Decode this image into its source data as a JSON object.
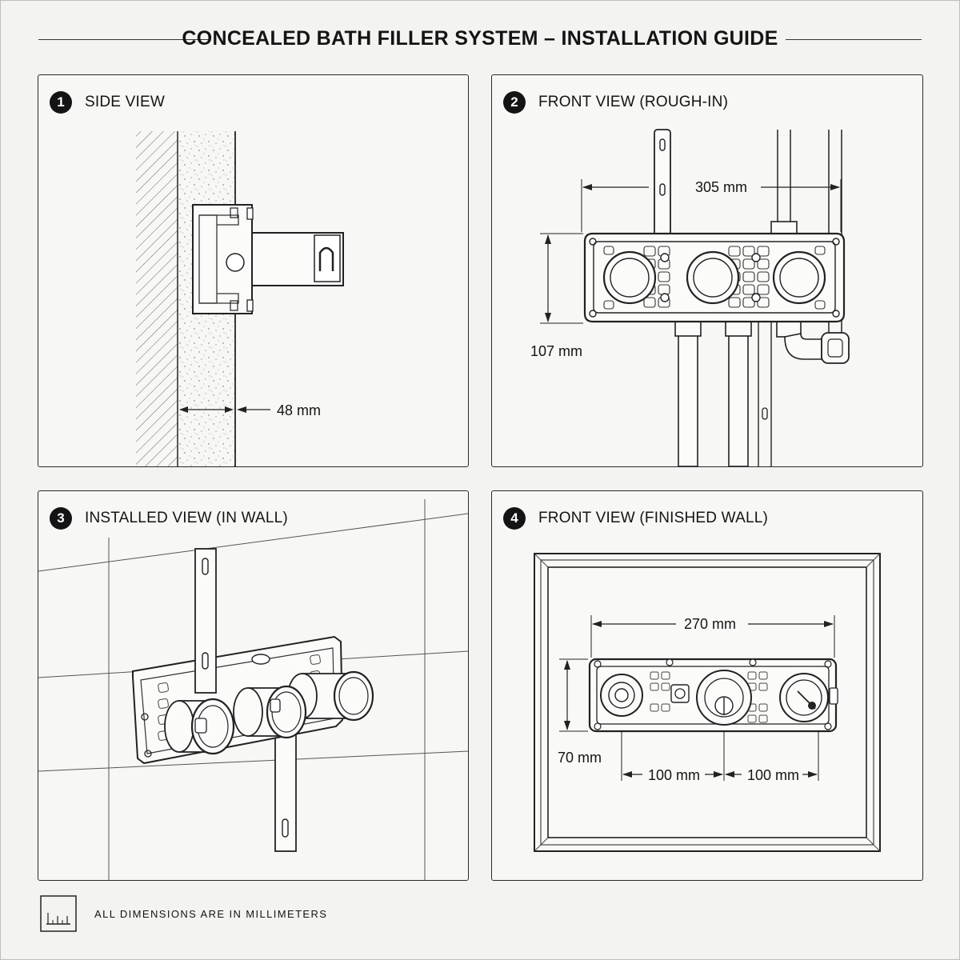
{
  "title": "CONCEALED BATH FILLER SYSTEM – INSTALLATION GUIDE",
  "panels": [
    {
      "number": "1",
      "title": "SIDE VIEW",
      "dimensions": [
        "48 mm"
      ]
    },
    {
      "number": "2",
      "title": "FRONT VIEW (ROUGH-IN)",
      "dimensions": [
        "305 mm",
        "107 mm"
      ]
    },
    {
      "number": "3",
      "title": "INSTALLED VIEW (IN WALL)",
      "dimensions": []
    },
    {
      "number": "4",
      "title": "FRONT VIEW (FINISHED WALL)",
      "dimensions": [
        "270 mm",
        "70 mm",
        "100 mm",
        "100 mm"
      ]
    }
  ],
  "footer": {
    "icon": "ruler-icon",
    "text": "ALL DIMENSIONS ARE IN MILLIMETERS"
  }
}
